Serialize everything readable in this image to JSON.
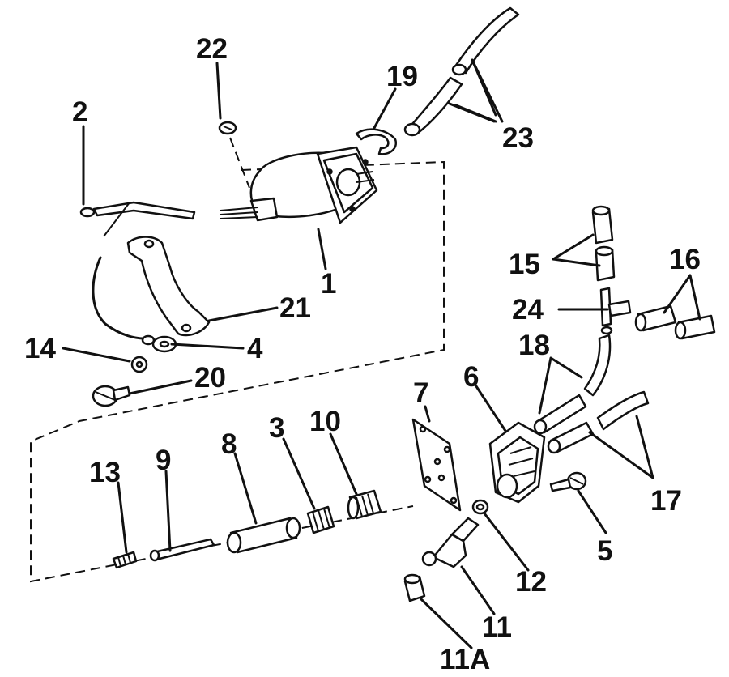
{
  "diagram": {
    "labels": {
      "p1": "1",
      "p2": "2",
      "p3": "3",
      "p4": "4",
      "p5": "5",
      "p6": "6",
      "p7": "7",
      "p8": "8",
      "p9": "9",
      "p10": "10",
      "p11": "11",
      "p11a": "11A",
      "p12": "12",
      "p13": "13",
      "p14": "14",
      "p15": "15",
      "p16": "16",
      "p17": "17",
      "p18": "18",
      "p19": "19",
      "p20": "20",
      "p21": "21",
      "p22": "22",
      "p23": "23",
      "p24": "24"
    }
  }
}
